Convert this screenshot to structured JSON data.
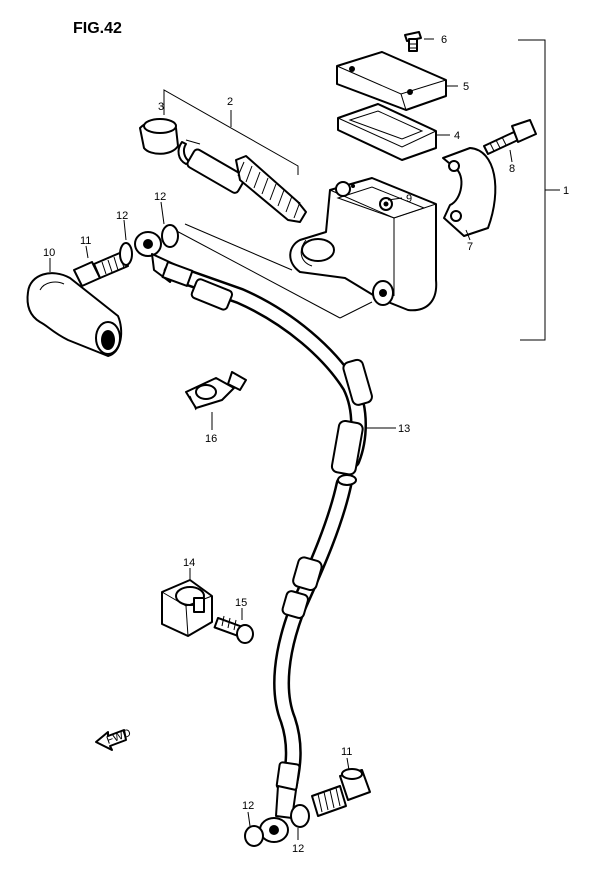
{
  "figure": {
    "title": "FIG.42"
  },
  "labels": {
    "p1": "1",
    "p2": "2",
    "p3": "3",
    "p4": "4",
    "p5": "5",
    "p6": "6",
    "p7": "7",
    "p8": "8",
    "p9": "9",
    "p10": "10",
    "p11a": "11",
    "p11b": "11",
    "p12a": "12",
    "p12b": "12",
    "p12c": "12",
    "p12d": "12",
    "p13": "13",
    "p14": "14",
    "p15": "15",
    "p16": "16"
  },
  "direction_arrow": {
    "text": "FWD"
  }
}
